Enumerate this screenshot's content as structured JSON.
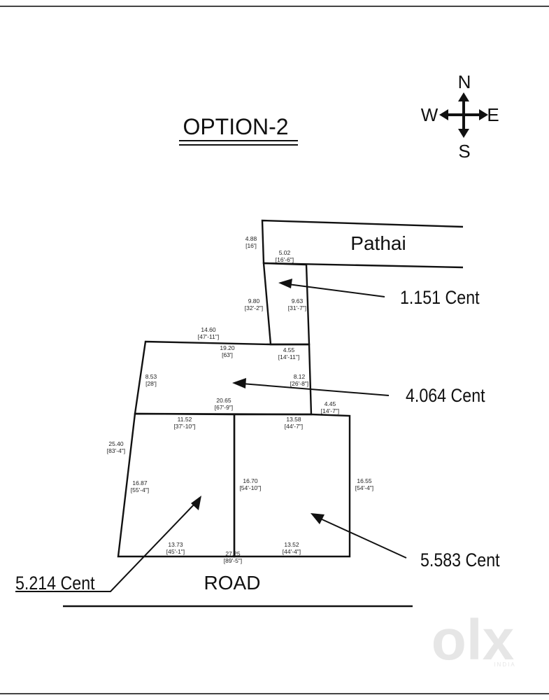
{
  "title": "OPTION-2",
  "compass": {
    "n": "N",
    "s": "S",
    "e": "E",
    "w": "W"
  },
  "labels": {
    "pathai": "Pathai",
    "road": "ROAD"
  },
  "plot_areas": {
    "north": "1.151 Cent",
    "middle": "4.064 Cent",
    "south_east": "5.583 Cent",
    "south_west": "5.214 Cent"
  },
  "measurements": {
    "m1": {
      "m": "4.88",
      "ft": "[16']"
    },
    "m2": {
      "m": "5.02",
      "ft": "[16'-6\"]"
    },
    "m3": {
      "m": "9.80",
      "ft": "[32'-2\"]"
    },
    "m4": {
      "m": "9.63",
      "ft": "[31'-7\"]"
    },
    "m5": {
      "m": "14.60",
      "ft": "[47'-11\"]"
    },
    "m6": {
      "m": "19.20",
      "ft": "[63']"
    },
    "m7": {
      "m": "4.55",
      "ft": "[14'-11\"]"
    },
    "m8": {
      "m": "8.53",
      "ft": "[28']"
    },
    "m9": {
      "m": "8.12",
      "ft": "[26'-8\"]"
    },
    "m10": {
      "m": "20.65",
      "ft": "[67'-9\"]"
    },
    "m11": {
      "m": "4.45",
      "ft": "[14'-7\"]"
    },
    "m12": {
      "m": "11.52",
      "ft": "[37'-10\"]"
    },
    "m13": {
      "m": "13.58",
      "ft": "[44'-7\"]"
    },
    "m14": {
      "m": "25.40",
      "ft": "[83'-4\"]"
    },
    "m15": {
      "m": "16.87",
      "ft": "[55'-4\"]"
    },
    "m16": {
      "m": "16.70",
      "ft": "[54'-10\"]"
    },
    "m17": {
      "m": "16.55",
      "ft": "[54'-4\"]"
    },
    "m18": {
      "m": "13.73",
      "ft": "[45'-1\"]"
    },
    "m19": {
      "m": "27.25",
      "ft": "[89'-5\"]"
    },
    "m20": {
      "m": "13.52",
      "ft": "[44'-4\"]"
    }
  },
  "watermark": {
    "logo": "olx",
    "country": "INDIA"
  }
}
